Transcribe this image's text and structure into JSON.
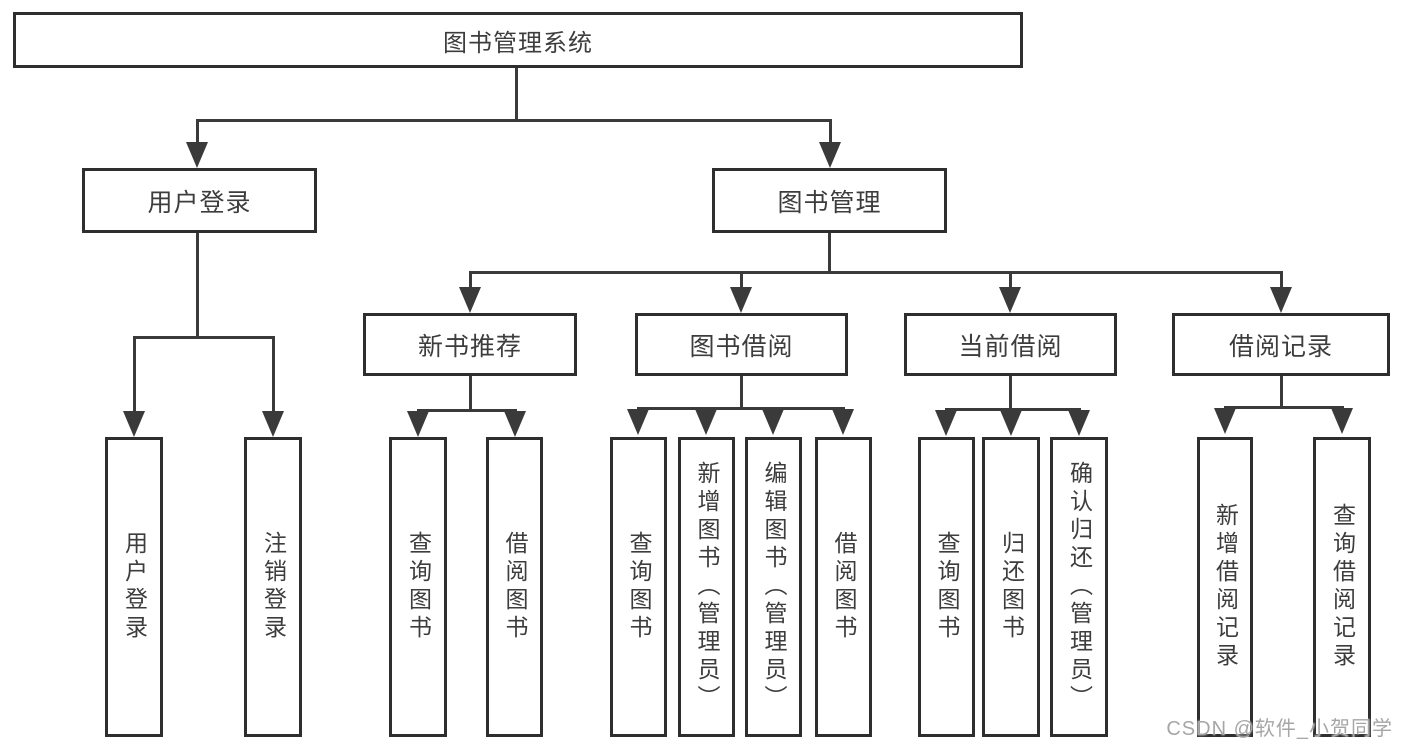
{
  "nodes": {
    "root": {
      "label": "图书管理系统"
    },
    "user_login": {
      "label": "用户登录"
    },
    "book_management": {
      "label": "图书管理"
    },
    "new_book_recommend": {
      "label": "新书推荐"
    },
    "book_borrow": {
      "label": "图书借阅"
    },
    "current_borrow": {
      "label": "当前借阅"
    },
    "borrow_record": {
      "label": "借阅记录"
    },
    "leaf_user_login": {
      "label": "用户登录"
    },
    "leaf_logout": {
      "label": "注销登录"
    },
    "leaf_recommend_query": {
      "label": "查询图书"
    },
    "leaf_recommend_borrow": {
      "label": "借阅图书"
    },
    "leaf_borrow_query": {
      "label": "查询图书"
    },
    "leaf_borrow_add": {
      "label": "新增图书（管理员）"
    },
    "leaf_borrow_edit": {
      "label": "编辑图书（管理员）"
    },
    "leaf_borrow_borrow": {
      "label": "借阅图书"
    },
    "leaf_current_query": {
      "label": "查询图书"
    },
    "leaf_current_return": {
      "label": "归还图书"
    },
    "leaf_current_confirm": {
      "label": "确认归还（管理员）"
    },
    "leaf_record_add": {
      "label": "新增借阅记录"
    },
    "leaf_record_query": {
      "label": "查询借阅记录"
    }
  },
  "hierarchy": {
    "图书管理系统": {
      "用户登录": [
        "用户登录",
        "注销登录"
      ],
      "图书管理": {
        "新书推荐": [
          "查询图书",
          "借阅图书"
        ],
        "图书借阅": [
          "查询图书",
          "新增图书（管理员）",
          "编辑图书（管理员）",
          "借阅图书"
        ],
        "当前借阅": [
          "查询图书",
          "归还图书",
          "确认归还（管理员）"
        ],
        "借阅记录": [
          "新增借阅记录",
          "查询借阅记录"
        ]
      }
    }
  },
  "watermark": {
    "text": "CSDN @软件_小贺同学"
  },
  "colors": {
    "background": "#ffffff",
    "box_border": "#2e2e2e",
    "line": "#3a3a3a",
    "text": "#3d3d3d",
    "watermark": "#a6a6a6"
  }
}
